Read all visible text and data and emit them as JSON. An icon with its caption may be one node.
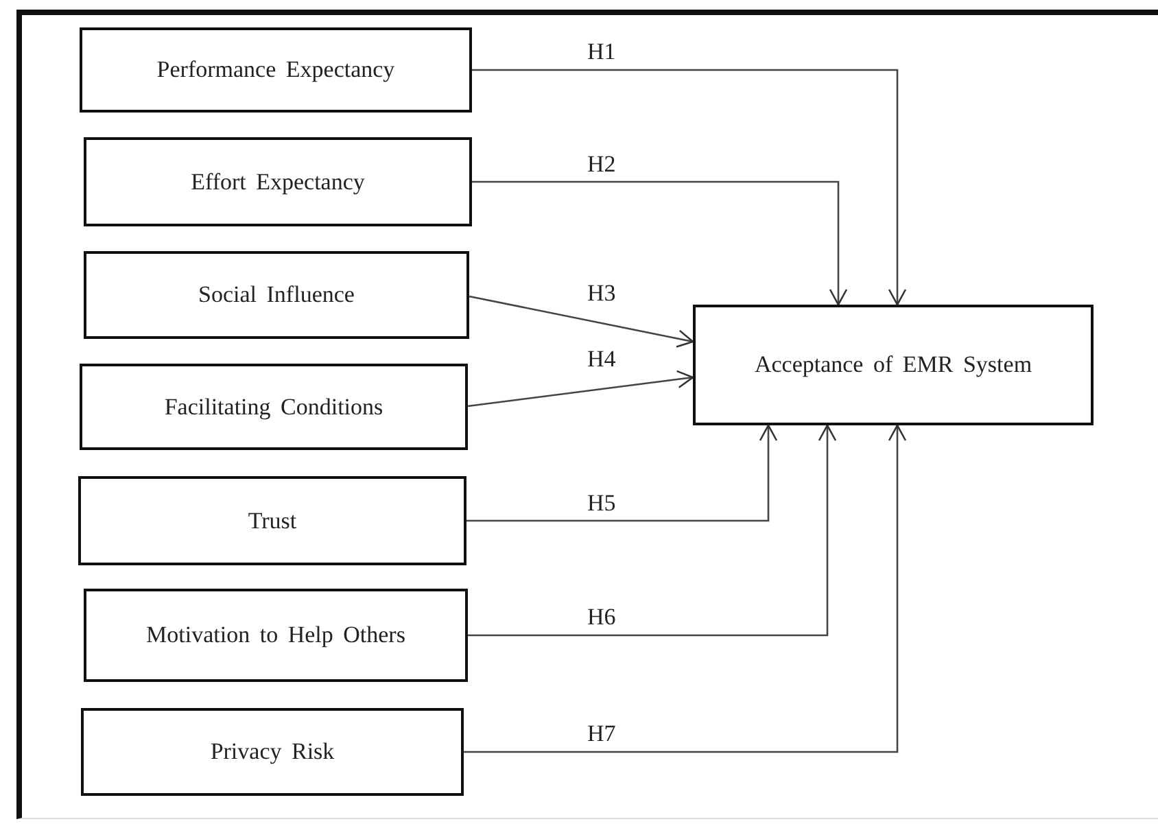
{
  "diagram": {
    "nodes": [
      {
        "text": [
          "Performance Expectancy"
        ]
      },
      {
        "text": [
          "Effort Expectancy"
        ]
      },
      {
        "text": [
          "Social Influence"
        ]
      },
      {
        "text": [
          "Facilitating Conditions"
        ]
      },
      {
        "text": [
          "Trust"
        ]
      },
      {
        "text": [
          "Motivation to Help Others"
        ]
      },
      {
        "text": [
          "Privacy Risk"
        ]
      },
      {
        "text": [
          "Acceptance of EMR System"
        ]
      }
    ],
    "edges": [
      {
        "from": 0,
        "to": 7,
        "label": "H1",
        "arrow": "to"
      },
      {
        "from": 1,
        "to": 7,
        "label": "H2",
        "arrow": "to"
      },
      {
        "from": 2,
        "to": 7,
        "label": "H3",
        "arrow": "to"
      },
      {
        "from": 3,
        "to": 7,
        "label": "H4",
        "arrow": "to"
      },
      {
        "from": 4,
        "to": 7,
        "label": "H5",
        "arrow": "to"
      },
      {
        "from": 5,
        "to": 7,
        "label": "H6",
        "arrow": "to"
      },
      {
        "from": 6,
        "to": 7,
        "label": "H7",
        "arrow": "to"
      }
    ]
  }
}
